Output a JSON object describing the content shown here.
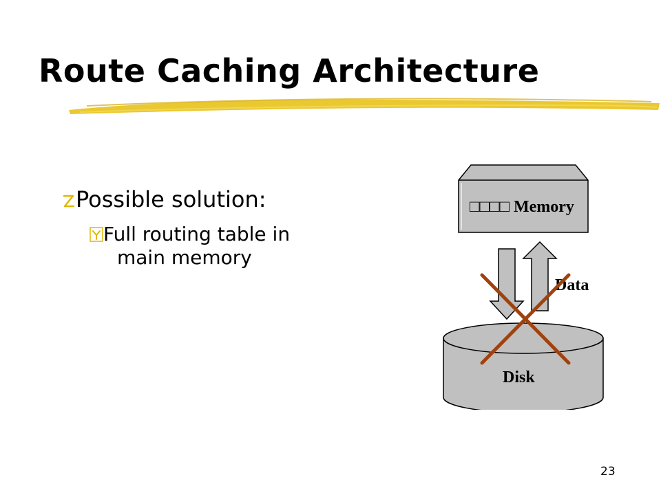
{
  "slide": {
    "title": "Route Caching Architecture",
    "page_number": "23"
  },
  "bullets": {
    "level1": "Possible solution:",
    "level2_line1": "Full routing table in",
    "level2_line2": "main memory"
  },
  "diagram": {
    "memory_label": "□□□□ Memory",
    "data_label": "Data",
    "disk_label": "Disk"
  },
  "colors": {
    "accent_stroke": "#e8c219",
    "bullet_accent": "#e0b800",
    "box_fill": "#c0c0c0",
    "cross": "#a0420e"
  }
}
